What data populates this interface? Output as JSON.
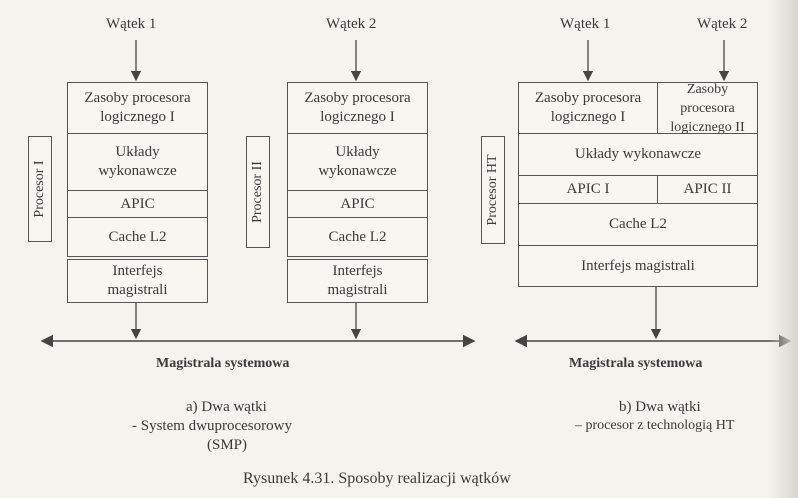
{
  "left": {
    "thread1": "Wątek 1",
    "thread2": "Wątek 2",
    "proc1": {
      "side_label": "Procesor I",
      "res_l1": "Zasoby procesora",
      "res_l2": "logicznego I",
      "exec_l1": "Układy",
      "exec_l2": "wykonawcze",
      "apic": "APIC",
      "cache": "Cache L2",
      "bus_l1": "Interfejs",
      "bus_l2": "magistrali"
    },
    "proc2": {
      "side_label": "Procesor II",
      "res_l1": "Zasoby procesora",
      "res_l2": "logicznego I",
      "exec_l1": "Układy",
      "exec_l2": "wykonawcze",
      "apic": "APIC",
      "cache": "Cache L2",
      "bus_l1": "Interfejs",
      "bus_l2": "magistrali"
    },
    "system_bus": "Magistrala systemowa",
    "caption_l1": "a) Dwa wątki",
    "caption_l2": "- System dwuprocesorowy",
    "caption_l3": "(SMP)"
  },
  "right": {
    "thread1": "Wątek 1",
    "thread2": "Wątek 2",
    "side_label": "Procesor HT",
    "res1_l1": "Zasoby procesora",
    "res1_l2": "logicznego I",
    "res2_l1": "Zasoby procesora",
    "res2_l2": "logicznego II",
    "exec": "Układy wykonawcze",
    "apic1": "APIC I",
    "apic2": "APIC II",
    "cache": "Cache L2",
    "bus": "Interfejs magistrali",
    "system_bus": "Magistrala systemowa",
    "caption_l1": "b) Dwa wątki",
    "caption_l2": "– procesor z technologią HT"
  },
  "figure_caption": "Rysunek 4.31. Sposoby realizacji wątków"
}
